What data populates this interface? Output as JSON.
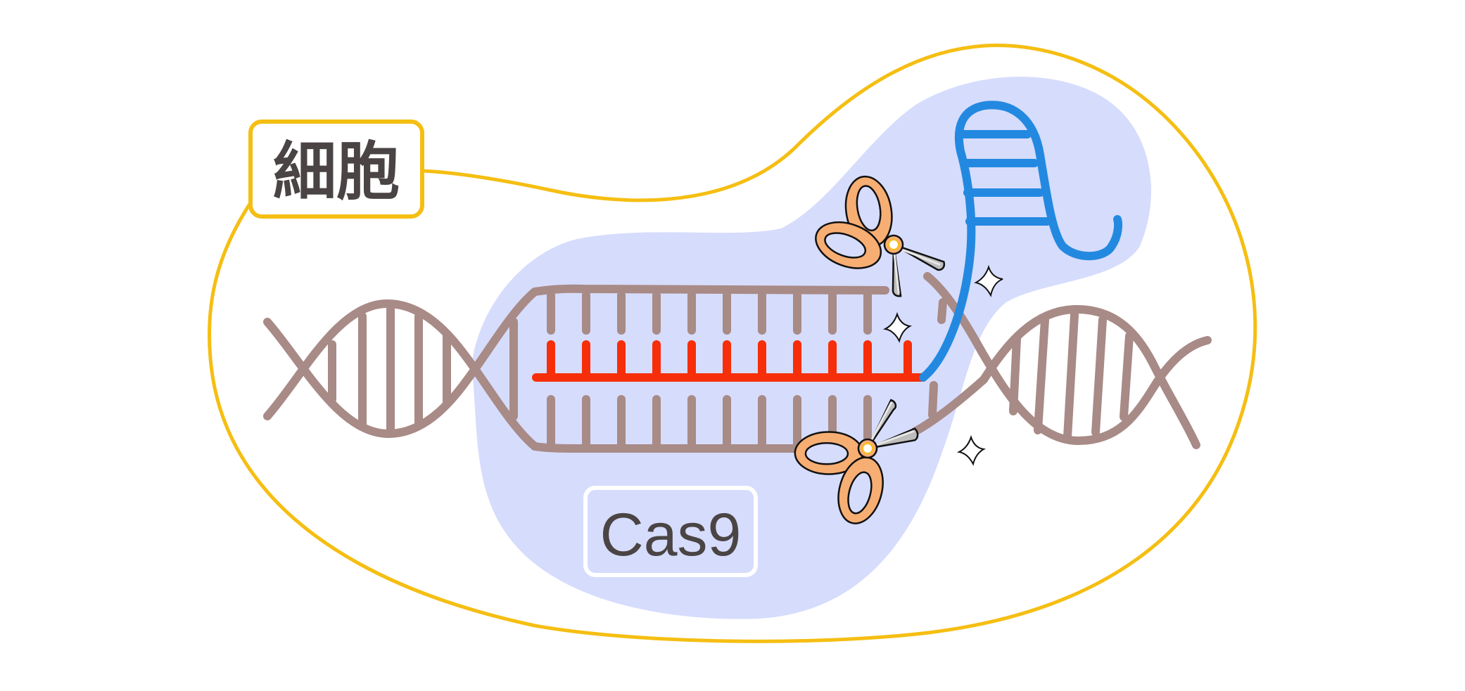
{
  "diagram": {
    "title": "CRISPR-Cas9 genome editing inside a cell",
    "labels": {
      "cell": "細胞",
      "protein": "Cas9"
    },
    "elements": {
      "cell_membrane": "cell outline",
      "cas9_protein": "Cas9 protein blob",
      "target_dna": "double-stranded DNA helix",
      "guide_rna_spacer": "guide RNA spacer (paired with DNA)",
      "guide_rna_scaffold": "guide RNA hairpin scaffold",
      "scissors_count": 2,
      "sparkle_count": 3
    },
    "colors": {
      "cell_outline": "#F5BE12",
      "cas9_fill": "#D6DCFC",
      "dna": "#A88A86",
      "guide_rna_spacer": "#F72E0A",
      "guide_rna_scaffold": "#2389E0",
      "scissors_handle": "#F7AE73",
      "scissors_blade": "#BDBDBD",
      "text": "#4A4444",
      "label_border_cell": "#F5BE12",
      "label_border_cas9": "#FFFFFF"
    }
  }
}
